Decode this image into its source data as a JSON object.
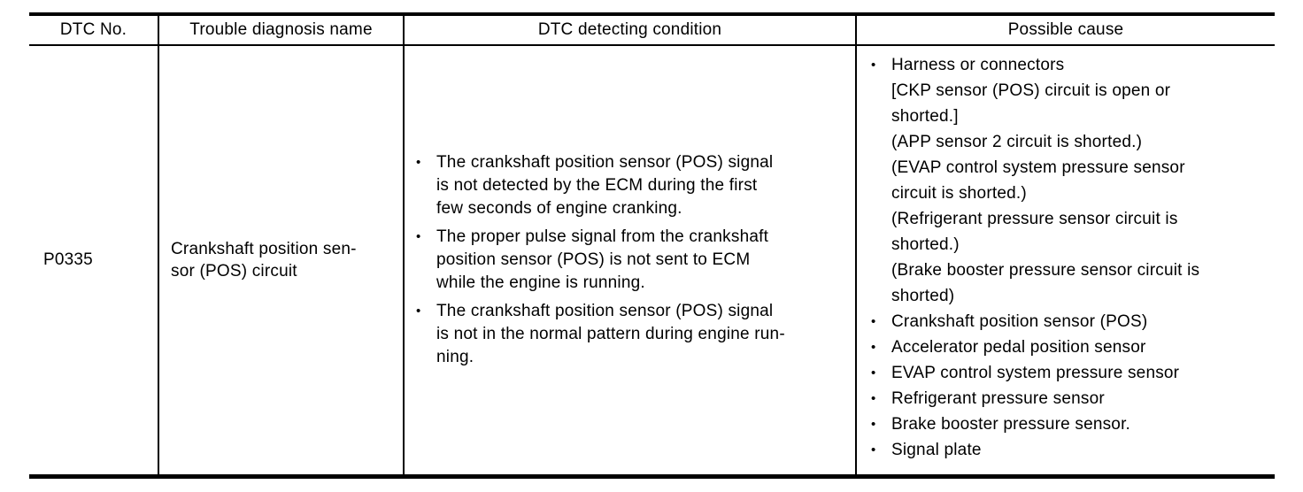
{
  "table": {
    "headers": {
      "dtc_no": "DTC No.",
      "trouble_diagnosis_name": "Trouble diagnosis name",
      "dtc_detecting_condition": "DTC detecting condition",
      "possible_cause": "Possible cause"
    },
    "row": {
      "dtc_no": "P0335",
      "trouble_diagnosis_name": "Crankshaft position sen-\nsor (POS) circuit",
      "detecting_conditions": [
        "The crankshaft position sensor (POS) signal\nis not detected by the ECM during the first\nfew seconds of engine cranking.",
        "The proper pulse signal from the crankshaft\nposition sensor (POS) is not sent to ECM\nwhile the engine is running.",
        "The crankshaft position sensor (POS) signal\nis not in the normal pattern during engine run-\nning."
      ],
      "possible_causes": [
        "Harness or connectors\n[CKP sensor (POS) circuit is open or\nshorted.]\n(APP sensor 2 circuit is shorted.)\n(EVAP control system pressure sensor\ncircuit is shorted.)\n(Refrigerant pressure sensor circuit is\nshorted.)\n(Brake booster pressure sensor circuit is\nshorted)",
        "Crankshaft position sensor (POS)",
        "Accelerator pedal position sensor",
        "EVAP control system pressure sensor",
        "Refrigerant pressure sensor",
        "Brake booster pressure sensor.",
        "Signal plate"
      ]
    },
    "colors": {
      "text": "#000000",
      "border": "#000000",
      "background": "#ffffff"
    }
  }
}
